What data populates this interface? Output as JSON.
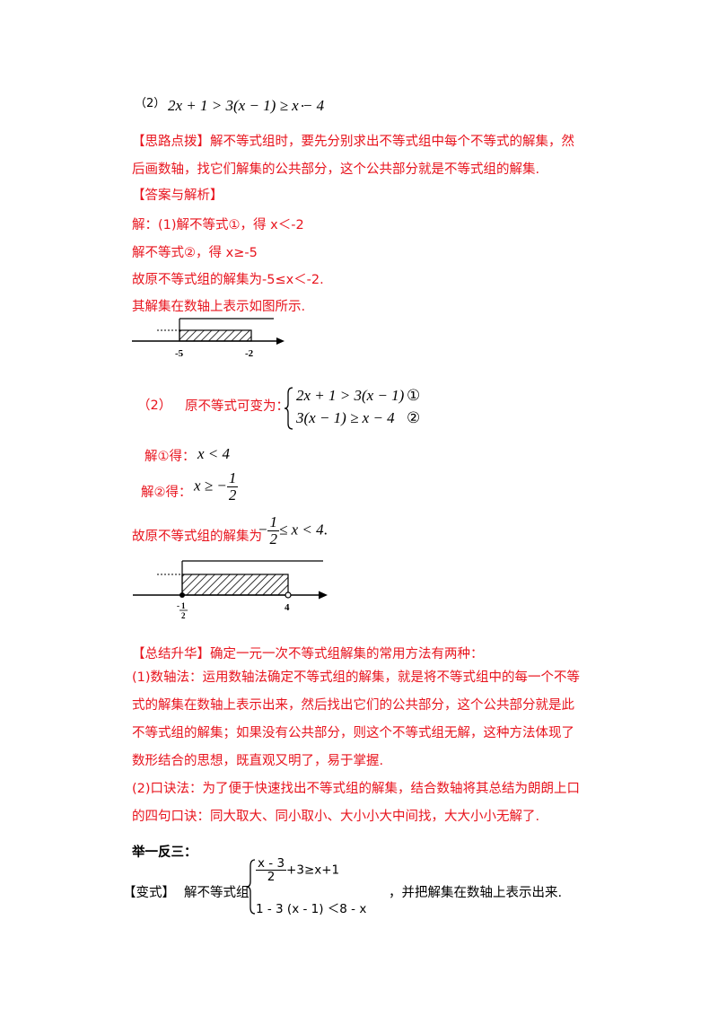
{
  "problem2": {
    "num": "（2）",
    "expr": "2x + 1 > 3(x − 1) ≥ x − 4",
    "dot": "."
  },
  "hint": {
    "tag": "【思路点拨】",
    "text": "解不等式组时，要先分别求出不等式组中每个不等式的解集，然后画数轴，找它们解集的公共部分，这个公共部分就是不等式组的解集."
  },
  "answer_header": "【答案与解析】",
  "solution1": {
    "l1": "解：(1)解不等式①，得 x＜-2",
    "l2": "解不等式②，得 x≥-5",
    "l3": "故原不等式组的解集为-5≤x＜-2.",
    "l4": "其解集在数轴上表示如图所示."
  },
  "numberline1": {
    "ticks": [
      -5,
      -2
    ],
    "tick_labels": [
      "-5",
      "-2"
    ],
    "solution": "-5 ≤ x < -2"
  },
  "solution2": {
    "num": "（2）",
    "intro": "原不等式可变为：",
    "eq1": "2x + 1 > 3(x − 1)",
    "eq2": "3(x − 1) ≥ x − 4",
    "m1": "①",
    "m2": "②",
    "s1_label": "解①得：",
    "s1_expr": "x < 4",
    "s2_label": "解②得：",
    "s2_pre": "x ≥ −",
    "s2_num": "1",
    "s2_den": "2",
    "concl_text": "故原不等式组的解集为",
    "concl_pre": "−",
    "concl_num": "1",
    "concl_den": "2",
    "concl_post": "≤ x < 4",
    "concl_dot": "."
  },
  "numberline2": {
    "tick_labels_top": "1",
    "tick_labels_bottom": "2",
    "tick_labels_minus": "-",
    "right_label": "4",
    "solution": "-1/2 ≤ x < 4"
  },
  "summary": {
    "tag": "【总结升华】",
    "intro": "确定一元一次不等式组解集的常用方法有两种：",
    "p1": "(1)数轴法：运用数轴法确定不等式组的解集，就是将不等式组中的每一个不等式的解集在数轴上表示出来，然后找出它们的公共部分，这个公共部分就是此不等式组的解集；如果没有公共部分，则这个不等式组无解，这种方法体现了数形结合的思想，既直观又明了，易于掌握.",
    "p2": "(2)口诀法：为了便于快速找出不等式组的解集，结合数轴将其总结为朗朗上口的四句口诀：同大取大、同小取小、大小小大中间找，大大小小无解了."
  },
  "practice": {
    "header": "举一反三：",
    "tag": "【变式】",
    "label": "解不等式组",
    "e1_num": "x - 3",
    "e1_den": "2",
    "e1_rest": "+3≥x+1",
    "e2": "1 - 3 (x - 1) ＜8 - x",
    "tail": "，并把解集在数轴上表示出来."
  }
}
